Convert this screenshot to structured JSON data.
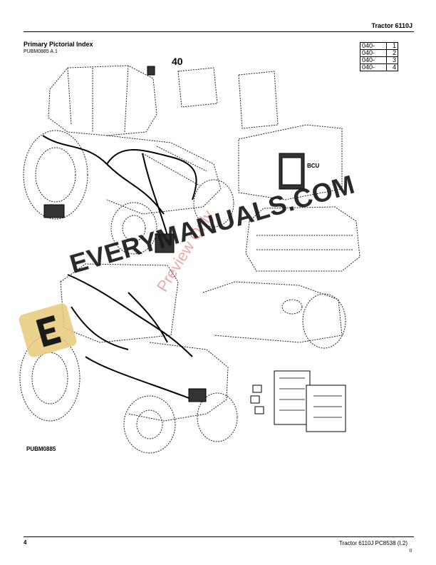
{
  "header": {
    "tractor_title": "Tractor  6110J",
    "title": "Primary Pictorial Index",
    "subtitle": "PUBM0885 A.1"
  },
  "index_table": [
    {
      "code": "040-",
      "num": "1"
    },
    {
      "code": "040-",
      "num": "2"
    },
    {
      "code": "040-",
      "num": "3"
    },
    {
      "code": "040-",
      "num": "4"
    }
  ],
  "figure": {
    "number": "40",
    "bcu_label": "BCU",
    "reference": "PUBM0885"
  },
  "watermark": {
    "text": "EVERYMANUALS.COM",
    "preview": "Preview Only"
  },
  "footer": {
    "page_number": "4",
    "text": "Tractor 6110J    PC8538    (I.2)",
    "small": "0"
  },
  "colors": {
    "watermark_logo": "#e8c97a",
    "watermark_preview": "#dc3c3c"
  }
}
